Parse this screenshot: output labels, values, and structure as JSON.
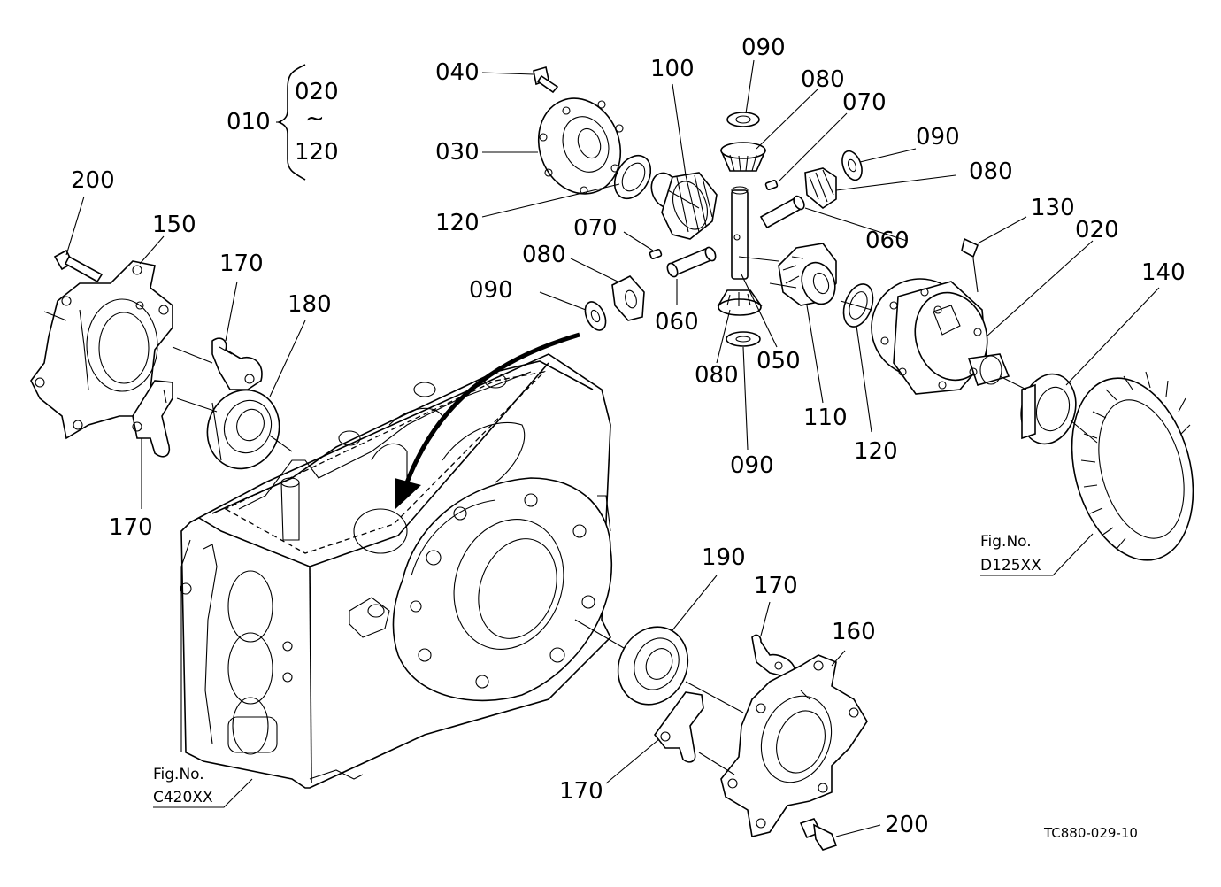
{
  "labels": {
    "p010": "010",
    "p020_range_start": "020",
    "range_tilde": "~",
    "p120_range_end": "120",
    "p040": "040",
    "p030": "030",
    "p100": "100",
    "p090_top": "090",
    "p080_top": "080",
    "p070_top": "070",
    "p090_right": "090",
    "p080_right": "080",
    "p120_left": "120",
    "p070_mid": "070",
    "p060_right": "060",
    "p130": "130",
    "p020": "020",
    "p140": "140",
    "p080_left": "080",
    "p090_left": "090",
    "p060_mid": "060",
    "p080_bottom": "080",
    "p050": "050",
    "p110": "110",
    "p120_right": "120",
    "p090_bottom": "090",
    "p200_top": "200",
    "p150": "150",
    "p170_top": "170",
    "p180": "180",
    "p170_left": "170",
    "p190": "190",
    "p170_right": "170",
    "p160": "160",
    "p170_bottom": "170",
    "p200_bottom": "200"
  },
  "figure_refs": {
    "d125_title": "Fig.No.",
    "d125_code": "D125XX",
    "c420_title": "Fig.No.",
    "c420_code": "C420XX"
  },
  "drawing_code": "TC880-029-10"
}
